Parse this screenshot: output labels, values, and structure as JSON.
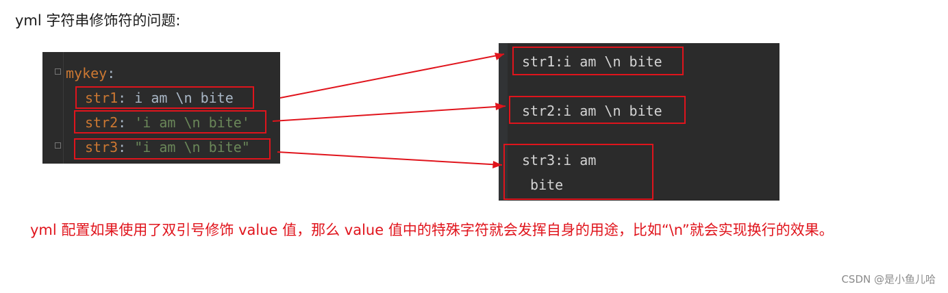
{
  "heading": "yml 字符串修饰符的问题:",
  "editor": {
    "parent_key": "mykey",
    "colon": ":",
    "lines": [
      {
        "key": "str1",
        "sep": ": ",
        "value": "i am \\n bite"
      },
      {
        "key": "str2",
        "sep": ": ",
        "value": "'i am \\n bite'"
      },
      {
        "key": "str3",
        "sep": ": ",
        "value": "\"i am \\n bite\""
      }
    ]
  },
  "console": {
    "out1": "str1:i am \\n bite",
    "out2": "str2:i am \\n bite",
    "out3_line1": "str3:i am",
    "out3_line2": " bite"
  },
  "note": "yml 配置如果使用了双引号修饰 value 值，那么 value 值中的特殊字符就会发挥自身的用途，比如“\\n”就会实现换行的效果。",
  "credit": "CSDN @是小鱼儿哈",
  "colors": {
    "highlight": "#e0141c",
    "editor_bg": "#2b2b2b",
    "keyword": "#cc7832",
    "string": "#6a8759",
    "plain": "#a9b7c6"
  }
}
